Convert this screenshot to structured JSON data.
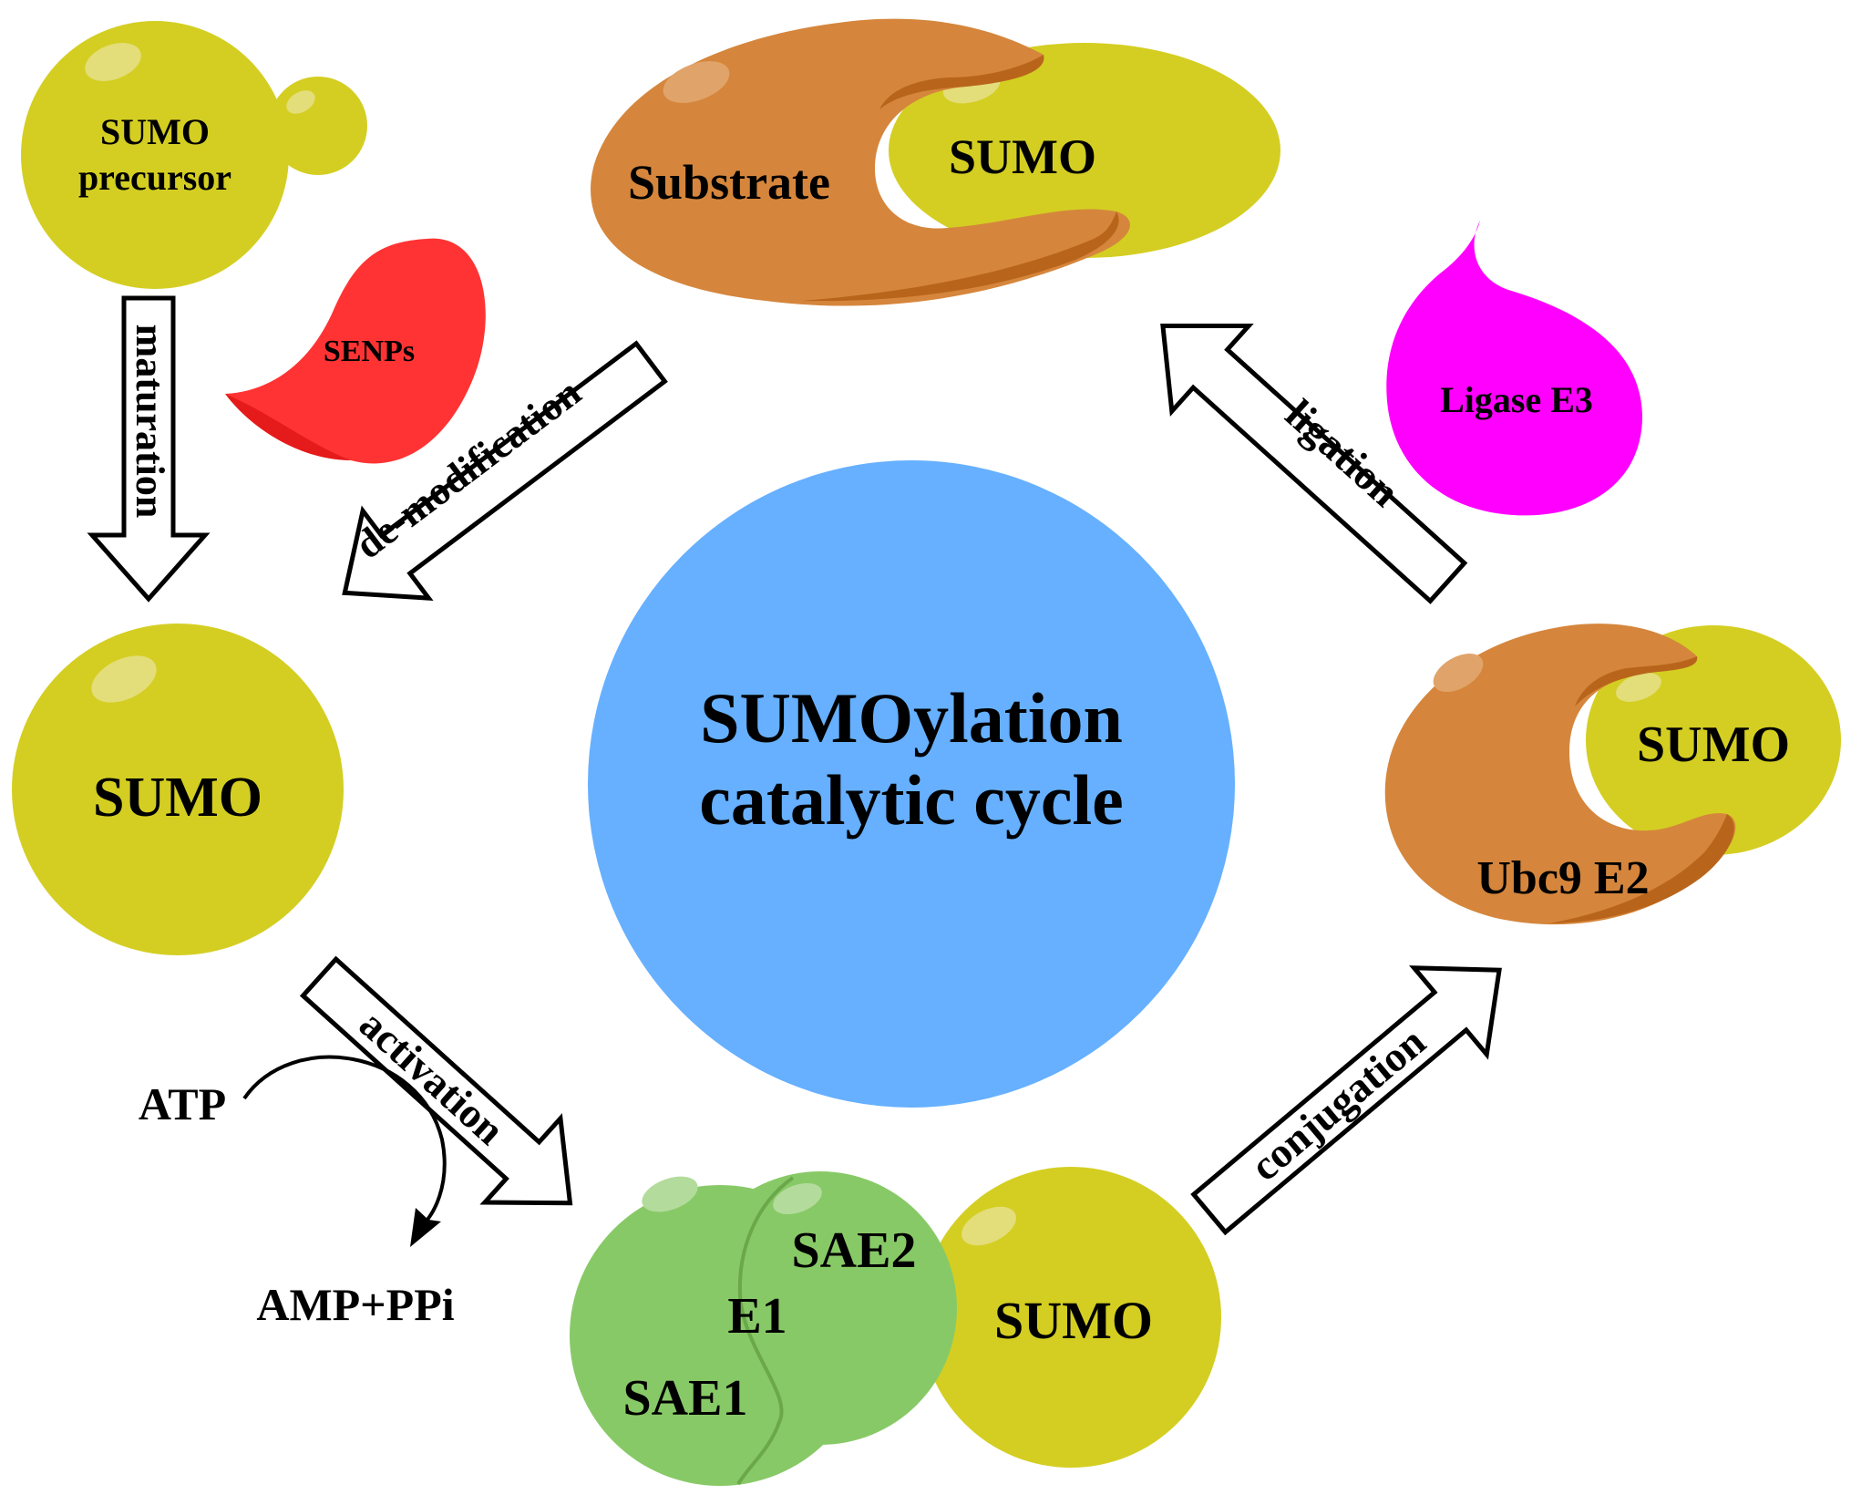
{
  "center": {
    "line1": "SUMOylation",
    "line2": "catalytic cycle"
  },
  "nodes": {
    "precursor": {
      "line1": "SUMO",
      "line2": "precursor"
    },
    "senps": "SENPs",
    "substrate_complex": {
      "substrate": "Substrate",
      "sumo": "SUMO"
    },
    "ligase": "Ligase E3",
    "free_sumo": "SUMO",
    "e2_complex": {
      "sumo": "SUMO",
      "e2": "Ubc9 E2"
    },
    "e1_complex": {
      "sae2": "SAE2",
      "e1": "E1",
      "sae1": "SAE1",
      "sumo": "SUMO"
    }
  },
  "steps": {
    "maturation": "maturation",
    "demodification": "de-modification",
    "ligation": "ligation",
    "activation": "activation",
    "conjugation": "conjugation"
  },
  "cofactors": {
    "atp": "ATP",
    "amp": "AMP+PPi"
  },
  "colors": {
    "sumo": "#d4ce22",
    "substrate": "#d5863c",
    "substrate_dark": "#b8651b",
    "senps": "#ff3333",
    "ligase": "#ff00ff",
    "e1": "#88c967",
    "center": "#66b0ff",
    "arrow_fill": "#ffffff",
    "arrow_stroke": "#000000"
  }
}
